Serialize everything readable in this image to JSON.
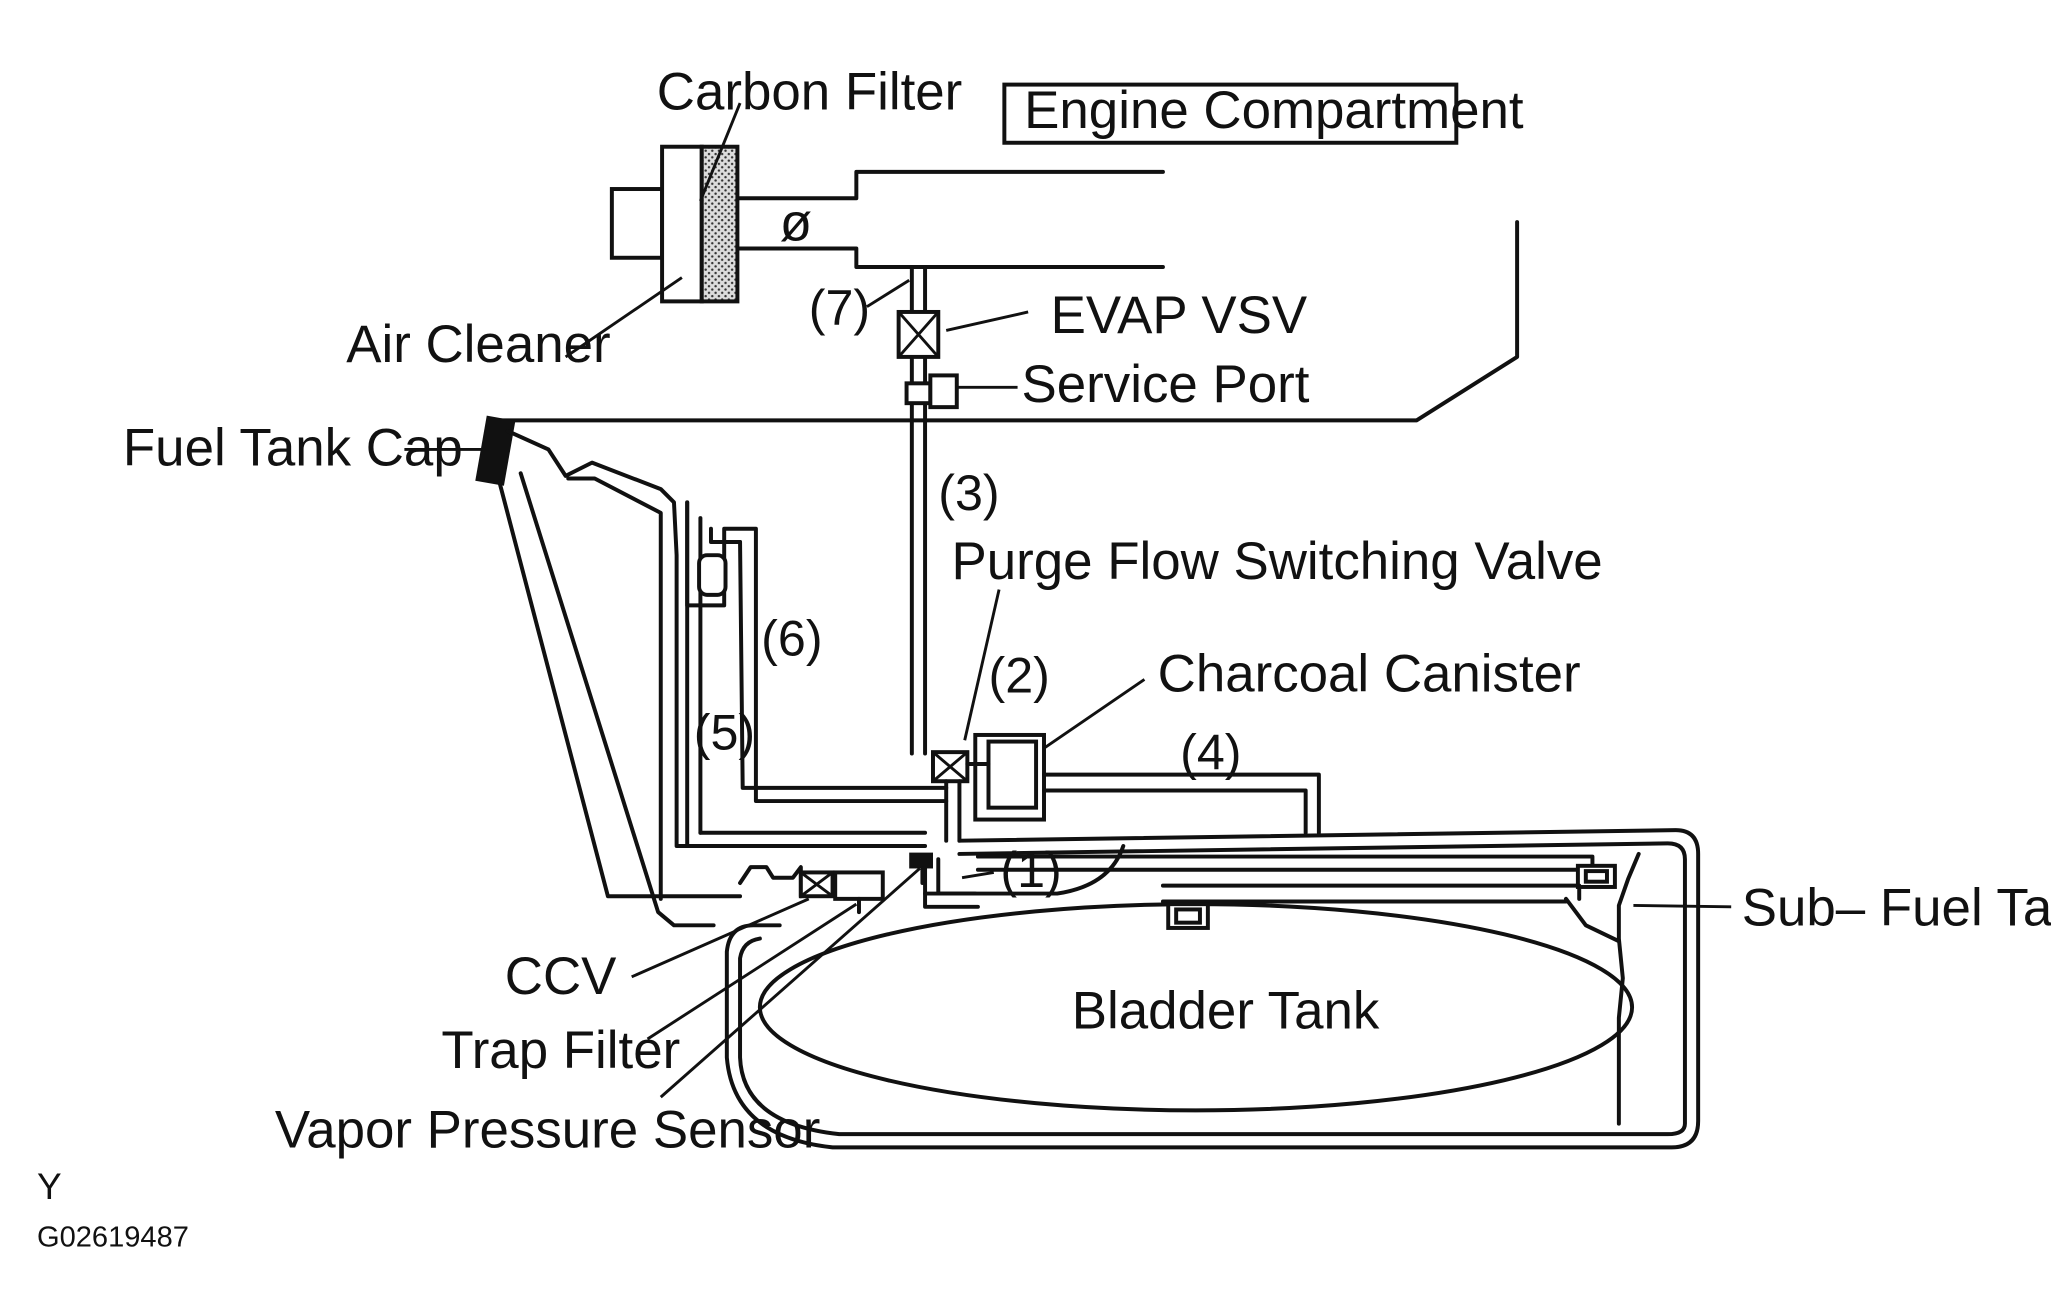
{
  "labels": {
    "carbon_filter": "Carbon Filter",
    "engine_compartment": "Engine Compartment",
    "air_cleaner": "Air Cleaner",
    "evap_vsv": "EVAP VSV",
    "service_port": "Service Port",
    "fuel_tank_cap": "Fuel Tank Cap",
    "purge_flow_switching_valve": "Purge Flow Switching Valve",
    "charcoal_canister": "Charcoal Canister",
    "sub_fuel_tank": "Sub– Fuel Tank",
    "bladder_tank": "Bladder Tank",
    "ccv": "CCV",
    "trap_filter": "Trap Filter",
    "vapor_pressure_sensor": "Vapor Pressure Sensor",
    "throttle_symbol": "ø"
  },
  "line_numbers": {
    "n1": "(1)",
    "n2": "(2)",
    "n3": "(3)",
    "n4": "(4)",
    "n5": "(5)",
    "n6": "(6)",
    "n7": "(7)"
  },
  "footer": {
    "letter": "Y",
    "figure_id": "G02619487"
  },
  "colors": {
    "ink": "#111111",
    "background": "#ffffff",
    "filter_fill": "#c8c8c8"
  }
}
